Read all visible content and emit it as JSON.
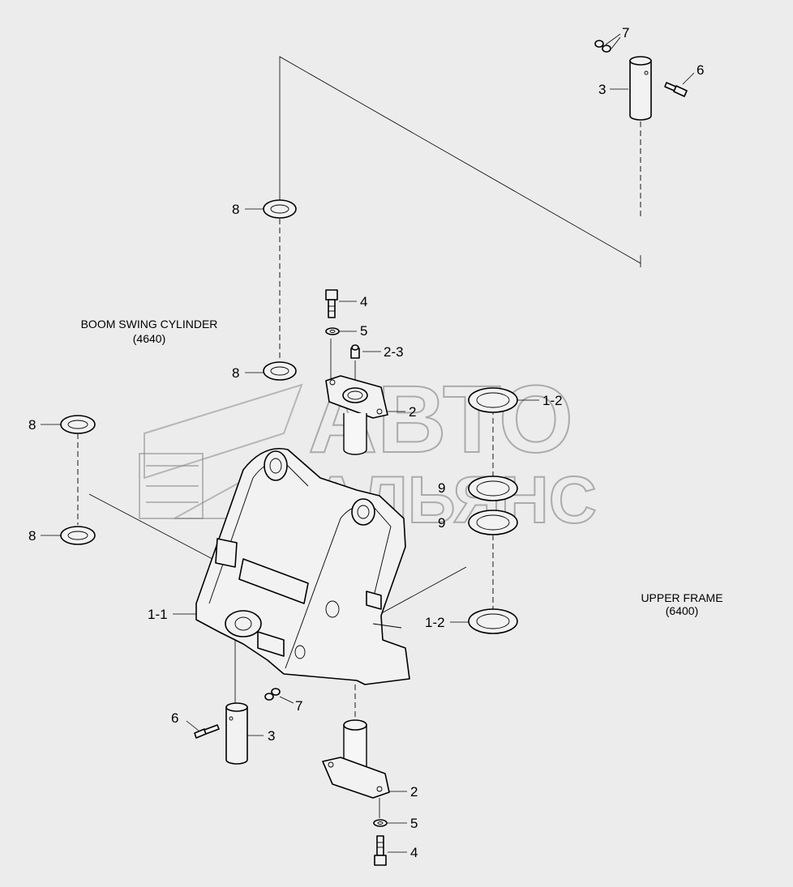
{
  "watermark": {
    "line1": "АВТО",
    "line2": "АЛЬЯНС"
  },
  "labels": {
    "boom_swing_cylinder": {
      "name": "BOOM SWING CYLINDER",
      "code": "(4640)"
    },
    "upper_frame": {
      "name": "UPPER FRAME",
      "code": "(6400)"
    }
  },
  "callouts": {
    "c7_top": "7",
    "c6_top": "6",
    "c3_top": "3",
    "c8_a": "8",
    "c8_b": "8",
    "c8_c": "8",
    "c8_d": "8",
    "c4_top": "4",
    "c5_top": "5",
    "c2_3": "2-3",
    "c2_top": "2",
    "c1_2_top": "1-2",
    "c9_a": "9",
    "c9_b": "9",
    "c1_1": "1-1",
    "c1_2_bottom": "1-2",
    "c7_bottom": "7",
    "c6_bottom": "6",
    "c3_bottom": "3",
    "c2_bottom": "2",
    "c5_bottom": "5",
    "c4_bottom": "4"
  }
}
